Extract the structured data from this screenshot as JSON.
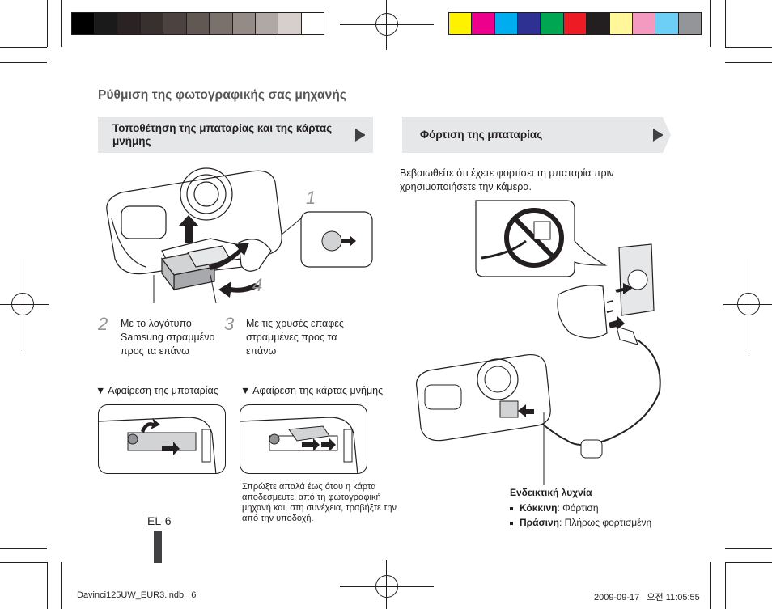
{
  "header": {
    "section_title": "Ρύθμιση της φωτογραφικής σας μηχανής"
  },
  "left_band": {
    "title": "Τοποθέτηση της μπαταρίας και της κάρτας μνήμης"
  },
  "right_band": {
    "title": "Φόρτιση της μπαταρίας"
  },
  "right_intro": "Βεβαιωθείτε ότι έχετε φορτίσει τη μπαταρία πριν χρησιμοποιήσετε την κάμερα.",
  "steps": {
    "s1": {
      "num": "1"
    },
    "s2": {
      "num": "2",
      "text": "Με το λογότυπο Samsung στραμμένο προς τα επάνω"
    },
    "s3": {
      "num": "3",
      "text": "Με τις χρυσές επαφές στραμμένες προς τα επάνω"
    },
    "s4": {
      "num": "4"
    }
  },
  "removal": {
    "battery_label": "▼ Αφαίρεση της μπαταρίας",
    "card_label": "▼ Αφαίρεση της κάρτας μνήμης",
    "card_note": "Σπρώξτε απαλά έως ότου η κάρτα αποδεσμευτεί από τη φωτογραφική μηχανή και, στη συνέχεια, τραβήξτε την από την υποδοχή."
  },
  "indicator": {
    "title": "Ενδεικτική λυχνία",
    "items": [
      {
        "key": "Κόκκινη",
        "value": ": Φόρτιση"
      },
      {
        "key": "Πράσινη",
        "value": ": Πλήρως φορτισμένη"
      }
    ]
  },
  "page_number": "EL-6",
  "footer": {
    "file": "Davinci125UW_EUR3.indb   6",
    "timestamp": "2009-09-17   오전 11:05:55"
  },
  "colors": {
    "gray_bar": [
      "#000000",
      "#1a1a1a",
      "#2b2323",
      "#38302e",
      "#4c4240",
      "#615753",
      "#7a706c",
      "#948a86",
      "#b0a8a4",
      "#d6cfcc",
      "#ffffff"
    ],
    "color_bar": [
      "#fff200",
      "#ec008c",
      "#00aeef",
      "#2e3192",
      "#00a651",
      "#ed1c24",
      "#231f20",
      "#fff799",
      "#f49ac1",
      "#6dcff6",
      "#939598"
    ],
    "band_bg": "#e6e7e8",
    "section_title": "#555555"
  }
}
